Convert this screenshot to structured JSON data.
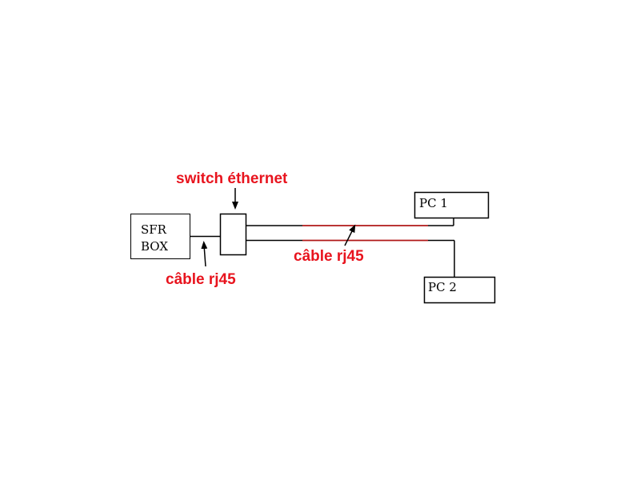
{
  "nodes": {
    "sfr_box": {
      "line1": "SFR",
      "line2": "BOX"
    },
    "switch": {
      "label": ""
    },
    "pc1": {
      "label": "PC 1"
    },
    "pc2": {
      "label": "PC 2"
    }
  },
  "annotations": {
    "switch_label": "switch éthernet",
    "cable_left": "câble rj45",
    "cable_middle": "câble rj45"
  },
  "colors": {
    "annotation": "#e8141e",
    "cable_red": "#b01818",
    "line": "#000000"
  }
}
